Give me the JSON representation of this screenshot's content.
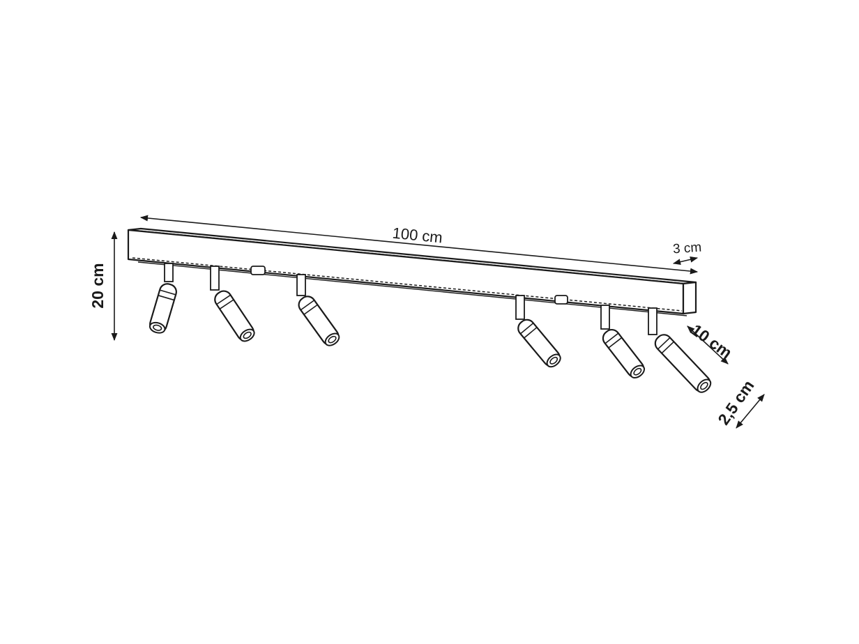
{
  "dimensions": {
    "length": "100 cm",
    "depth": "3 cm",
    "height": "20 cm",
    "spot_length": "10 cm",
    "spot_diameter": "2,5 cm"
  },
  "colors": {
    "line": "#1a1a1a",
    "background": "#ffffff"
  },
  "spotlight_count": 6
}
